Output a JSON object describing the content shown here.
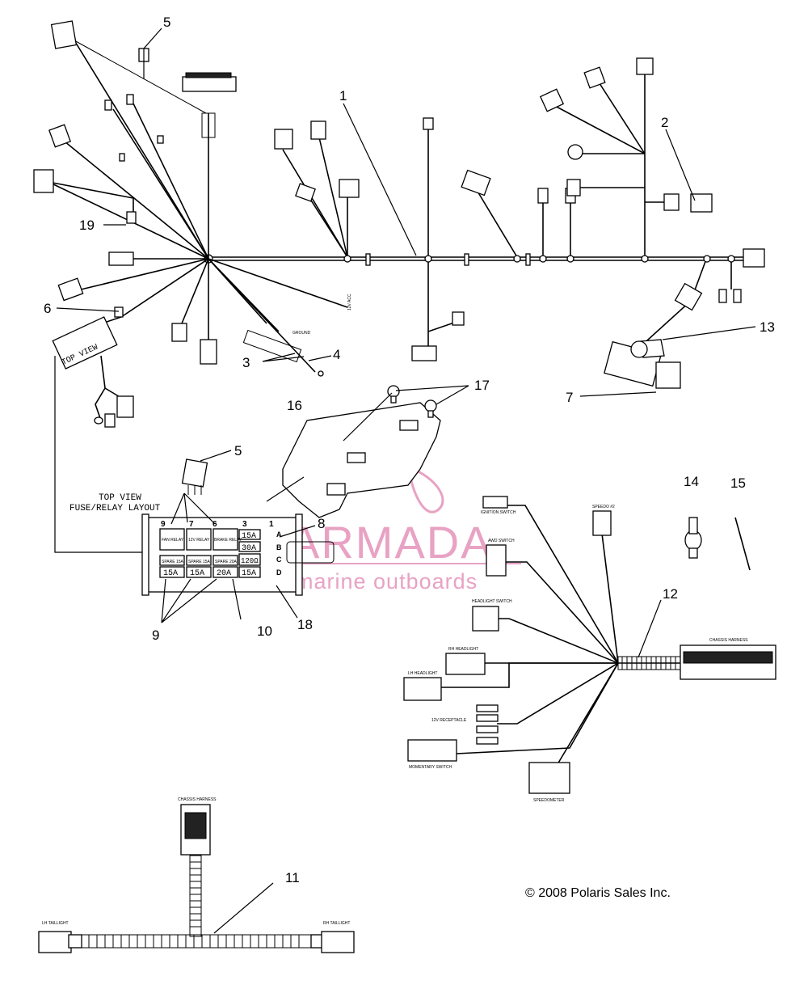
{
  "callouts": {
    "c1": "1",
    "c2": "2",
    "c3": "3",
    "c4": "4",
    "c5a": "5",
    "c5b": "5",
    "c6": "6",
    "c7": "7",
    "c8": "8",
    "c9": "9",
    "c10": "10",
    "c11": "11",
    "c12": "12",
    "c13": "13",
    "c14": "14",
    "c15": "15",
    "c16": "16",
    "c17": "17",
    "c18": "18",
    "c19": "19"
  },
  "fuse_box": {
    "caption_line1": "TOP VIEW",
    "caption_line2": "FUSE/RELAY LAYOUT",
    "slot_9": "9",
    "slot_7": "7",
    "slot_6": "6",
    "slot_3": "3",
    "slot_1": "1",
    "row_a": "A",
    "row_b": "B",
    "row_c": "C",
    "row_d": "D",
    "relay_fan": "FAN RELAY",
    "relay_12v": "12V RELAY",
    "relay_brake": "BRAKE RELAY",
    "fuse_a": "15A",
    "fuse_b": "30A",
    "resistor": "120Ω",
    "small_1": "SPARE 15A",
    "small_2": "SPARE 15A",
    "small_3": "SPARE 20A",
    "fuse_d1": "15A",
    "fuse_d2": "15A",
    "fuse_d3": "20A",
    "fuse_d4": "15A"
  },
  "module_label": "TOP VIEW",
  "small_labels": {
    "acc": "12V ACC",
    "ground": "GROUND",
    "ignition_switch": "IGNITION SWITCH",
    "awd_switch": "AWD SWITCH",
    "headlight_switch": "HEADLIGHT SWITCH",
    "speedo": "SPEEDO #2",
    "chassis_harness_right": "CHASSIS HARNESS",
    "rh_headlight": "RH HEADLIGHT",
    "lh_headlight": "LH HEADLIGHT",
    "receptacle": "12V RECEPTACLE",
    "momentary_switch": "MOMENTARY SWITCH",
    "speedometer": "SPEEDOMETER",
    "chassis_harness_bottom": "CHASSIS HARNESS",
    "lh_taillight": "LH TAILLIGHT",
    "rh_taillight": "RH TAILLIGHT"
  },
  "watermark": {
    "brand": "ARMADA",
    "tagline": "marine outboards",
    "color": "#e8a2c4"
  },
  "copyright": "© 2008 Polaris Sales Inc."
}
